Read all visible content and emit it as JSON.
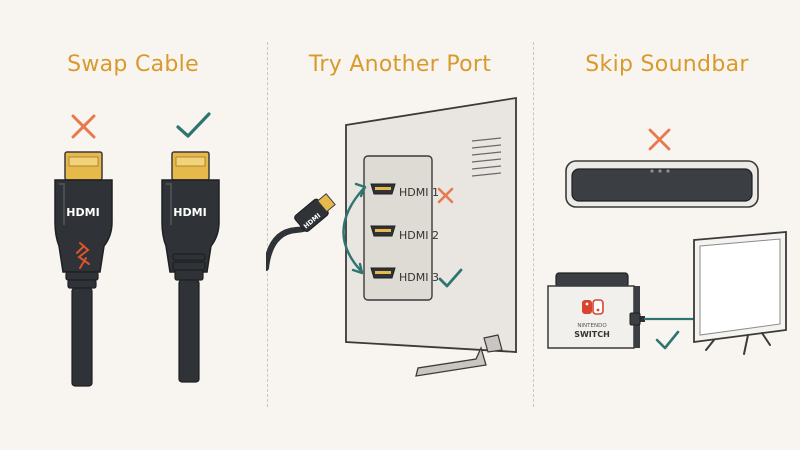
{
  "panels": [
    {
      "title": "Swap Cable",
      "cables": [
        {
          "label": "HDMI",
          "status": "bad",
          "status_icon": "cross-icon",
          "condition": "frayed"
        },
        {
          "label": "HDMI",
          "status": "good",
          "status_icon": "check-icon",
          "condition": "intact"
        }
      ]
    },
    {
      "title": "Try Another Port",
      "cable_label": "HDMI",
      "ports": [
        {
          "label": "HDMI 1",
          "status": "bad",
          "status_icon": "cross-icon"
        },
        {
          "label": "HDMI 2",
          "status": "none",
          "status_icon": ""
        },
        {
          "label": "HDMI 3",
          "status": "good",
          "status_icon": "check-icon"
        }
      ]
    },
    {
      "title": "Skip Soundbar",
      "soundbar_status": "bad",
      "soundbar_icon": "cross-icon",
      "console_brand": "NINTENDO",
      "console_model": "SWITCH",
      "direct_status": "good",
      "direct_icon": "check-icon"
    }
  ],
  "colors": {
    "background": "#f8f5f1",
    "title": "#d99a2b",
    "cross": "#e8794f",
    "check": "#2e7470",
    "cable": "#2f3236",
    "connector": "#e7b84a",
    "fray": "#d8552e",
    "outline": "#3a3a3a"
  }
}
